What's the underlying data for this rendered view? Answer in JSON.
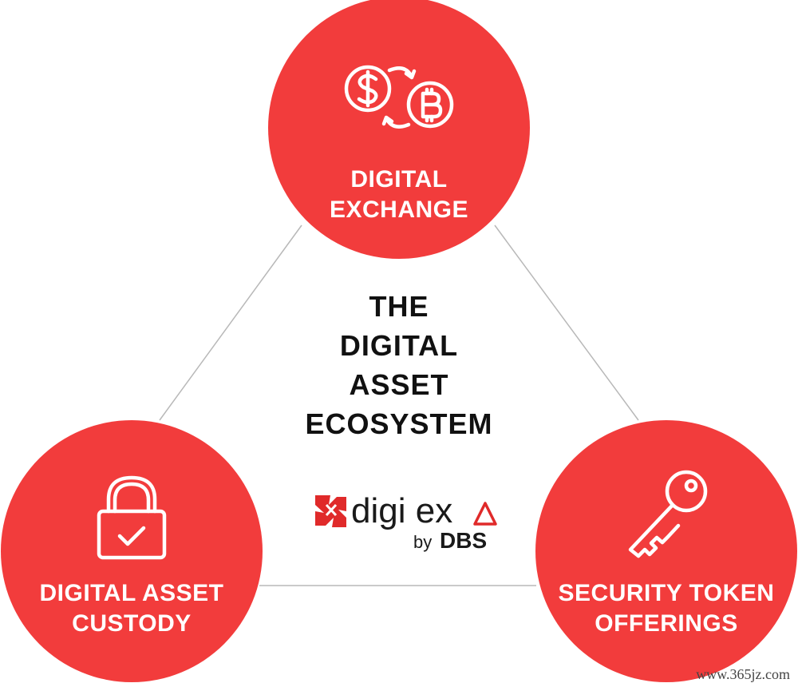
{
  "colors": {
    "node_red": "#f23c3c",
    "line_gray": "#b8b8b8",
    "text_dark": "#111111",
    "logo_red": "#e02a2a"
  },
  "center": {
    "title_lines": [
      "THE",
      "DIGITAL",
      "ASSET",
      "ECOSYSTEM"
    ]
  },
  "nodes": [
    {
      "id": "digital-exchange",
      "icon": "currency-exchange-icon",
      "label_lines": [
        "DIGITAL",
        "EXCHANGE"
      ]
    },
    {
      "id": "digital-asset-custody",
      "icon": "padlock-check-icon",
      "label_lines": [
        "DIGITAL ASSET",
        "CUSTODY"
      ]
    },
    {
      "id": "security-token-offerings",
      "icon": "key-icon",
      "label_lines": [
        "SECURITY TOKEN",
        "OFFERINGS"
      ]
    }
  ],
  "logo": {
    "main": "digi ex",
    "by": "by",
    "brand": "DBS"
  },
  "watermark": "www.365jz.com"
}
